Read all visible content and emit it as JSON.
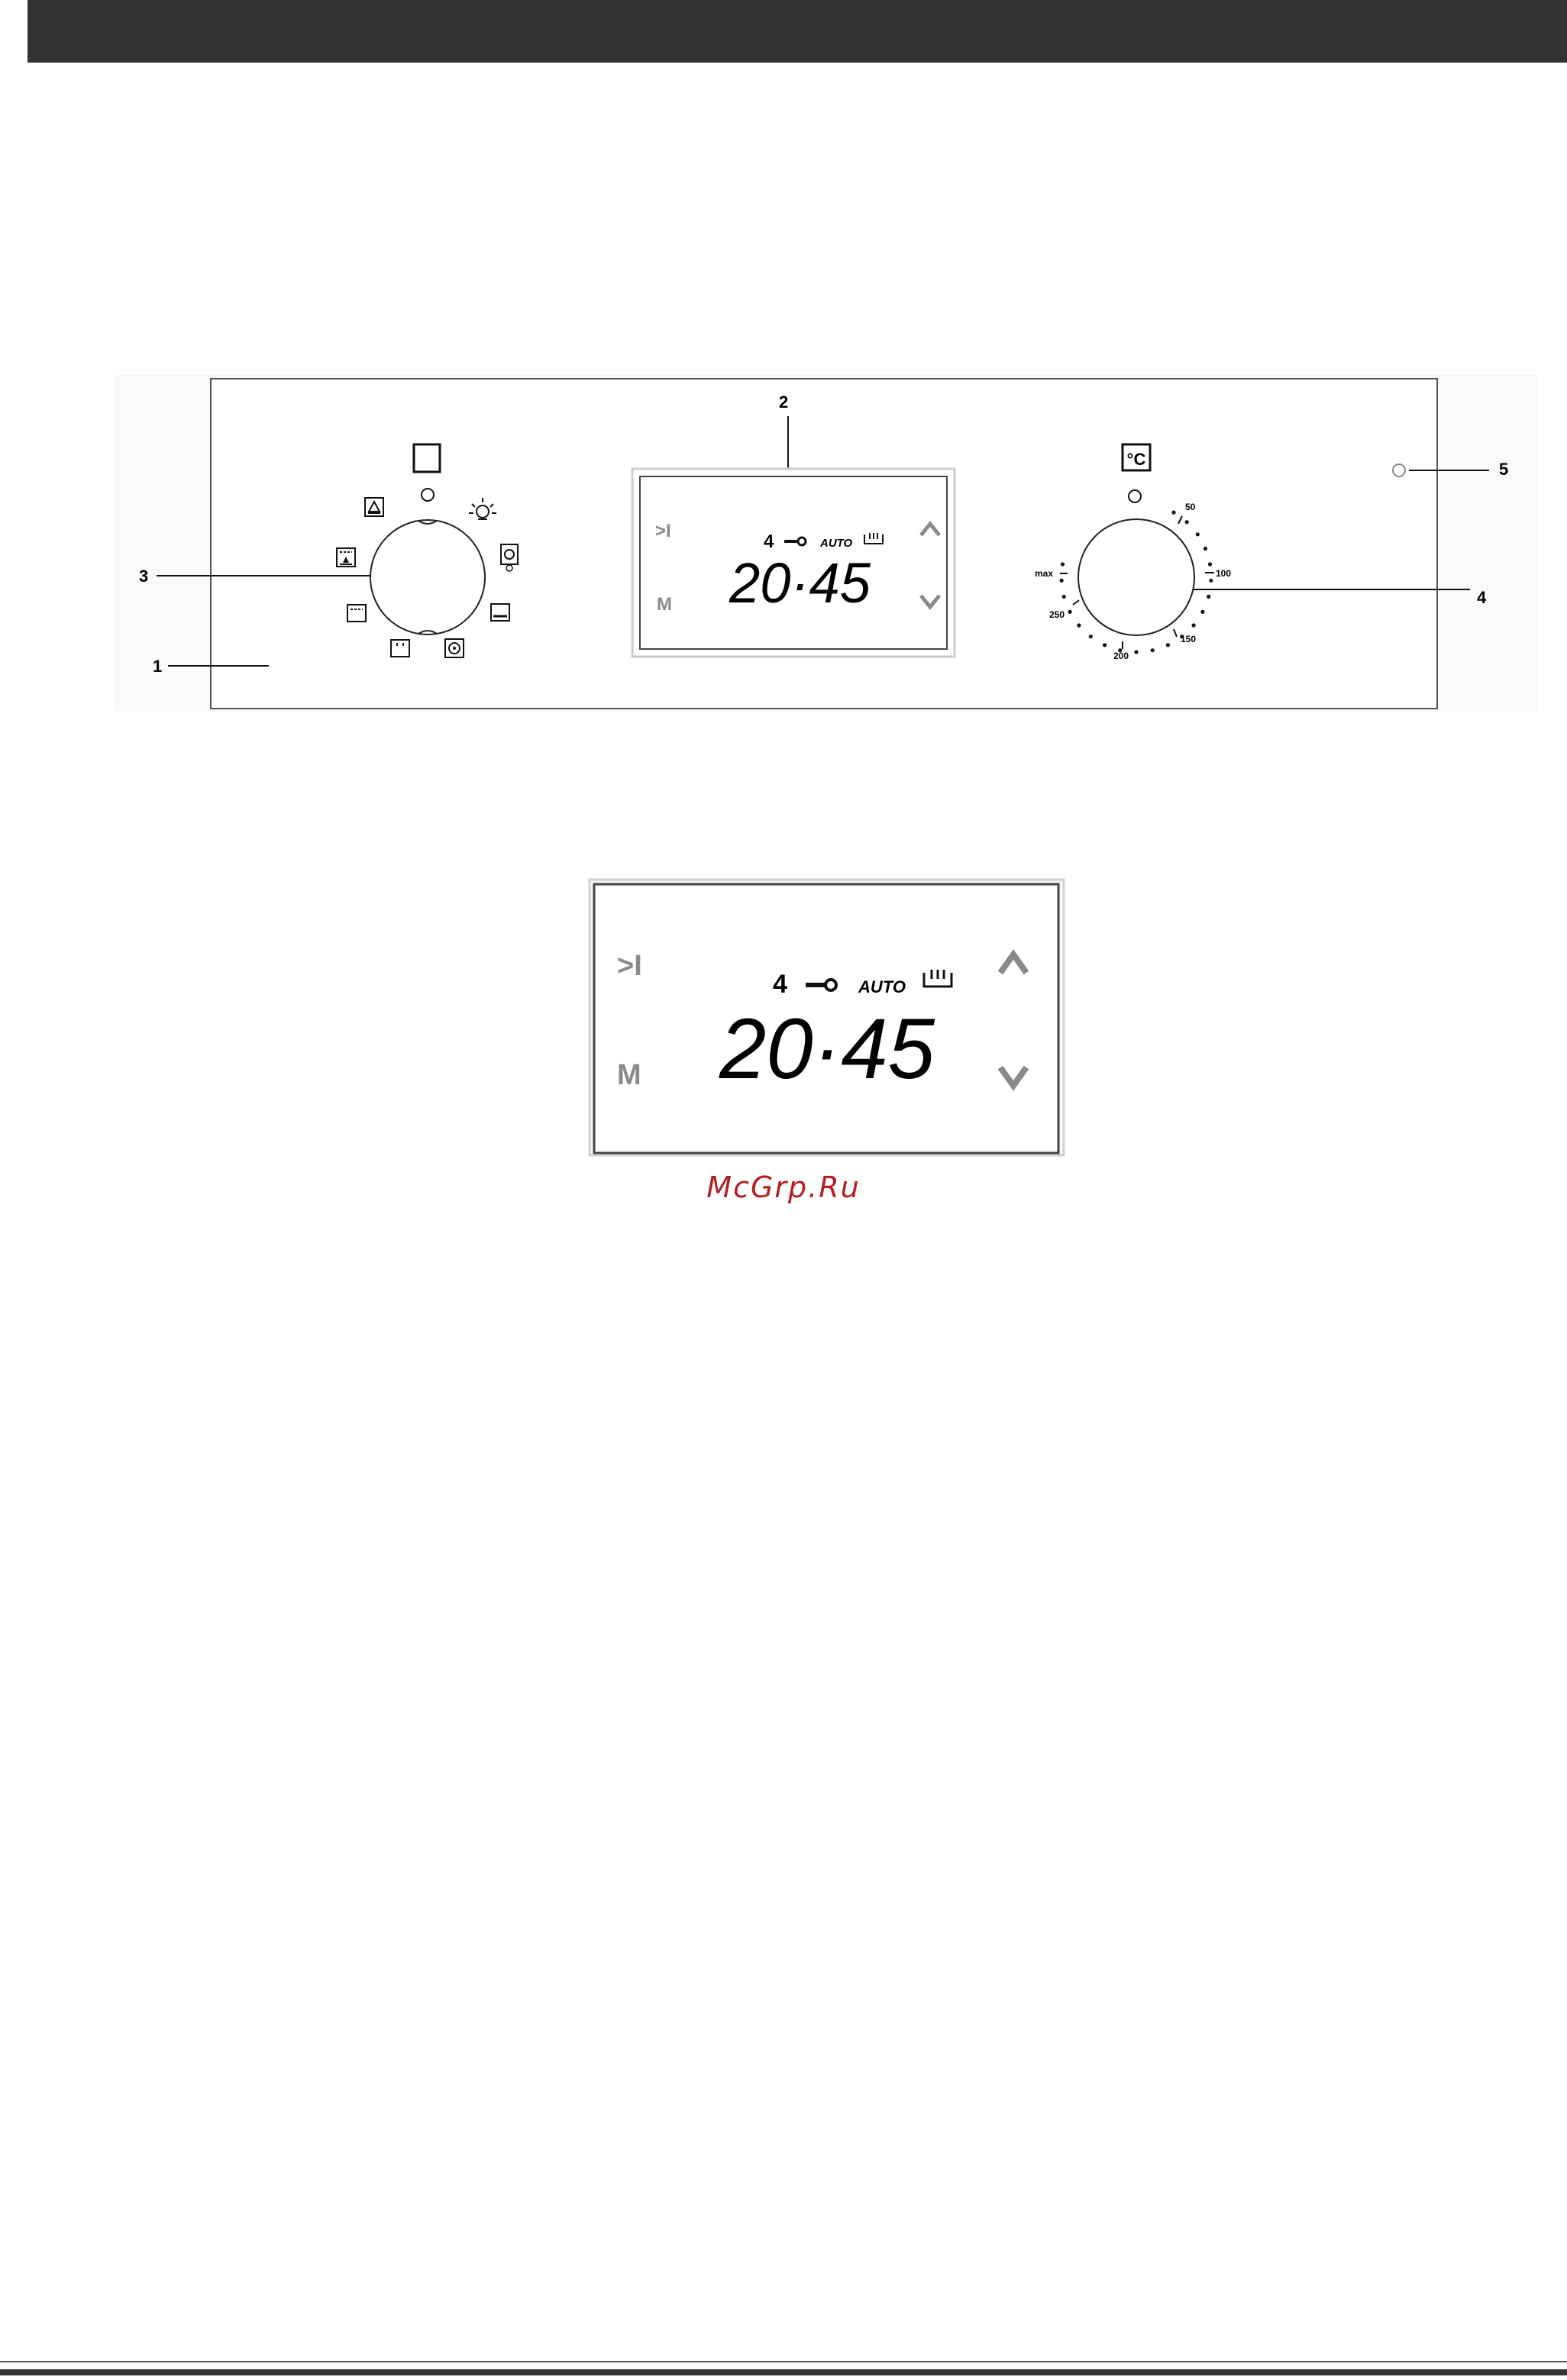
{
  "callouts": {
    "c1": "1",
    "c2": "2",
    "c3": "3",
    "c4": "4",
    "c5": "5"
  },
  "display": {
    "time": "20·45",
    "bell_symbol": "4",
    "auto_label": "AUTO",
    "button_skip": ">I",
    "button_mode": "M"
  },
  "temperature_dial": {
    "unit_label": "°C",
    "scale": [
      "50",
      "100",
      "150",
      "200",
      "250",
      "max"
    ]
  },
  "watermark": "McGrp.Ru",
  "colors": {
    "header_bar": "#333333",
    "panel_border": "#555555",
    "watermark": "#b32020",
    "button_gray": "#8a8a8a"
  }
}
